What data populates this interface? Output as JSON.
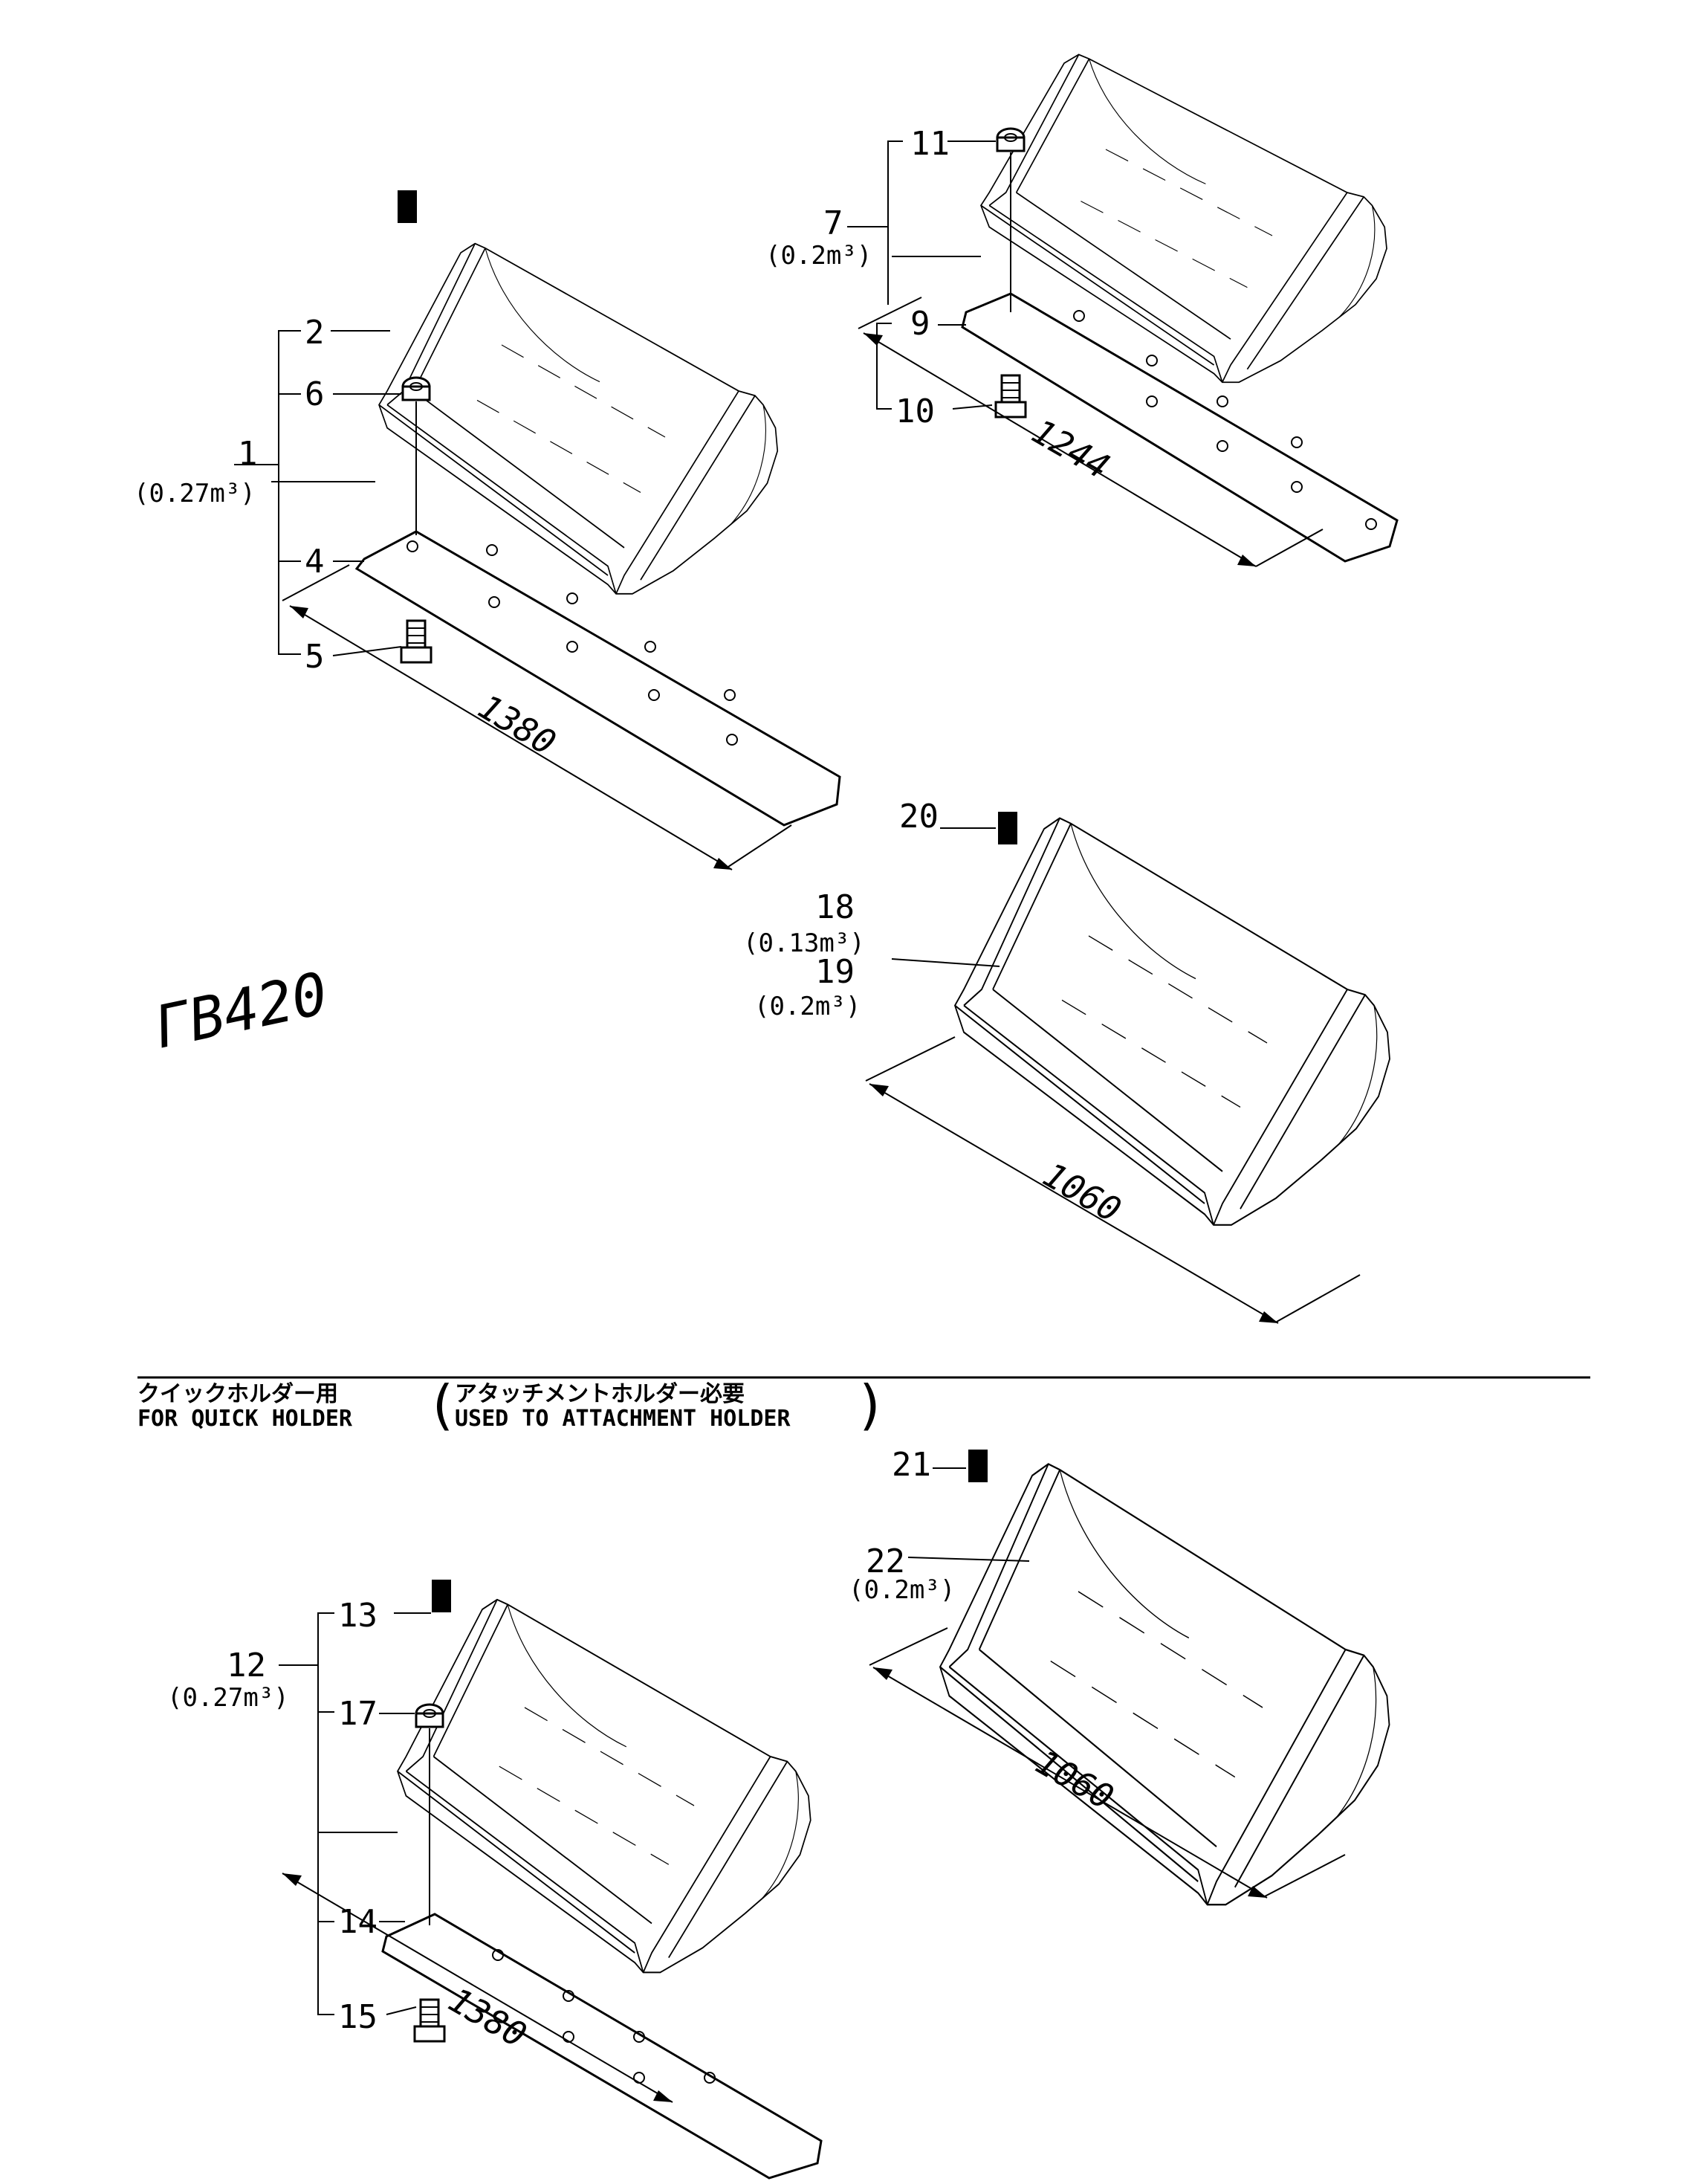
{
  "section_header": {
    "jp": "クイックホルダー用",
    "en": "FOR QUICK HOLDER",
    "note_jp": "アタッチメントホルダー必要",
    "note_en": "USED TO ATTACHMENT HOLDER"
  },
  "handwritten_note": "ГВ420",
  "callouts": {
    "p1": "1",
    "p1_cap": "(0.27m³)",
    "p2": "2",
    "p4": "4",
    "p5": "5",
    "p6": "6",
    "p7": "7",
    "p7_cap": "(0.2m³)",
    "p9": "9",
    "p10": "10",
    "p11": "11",
    "p12": "12",
    "p12_cap": "(0.27m³)",
    "p13": "13",
    "p14": "14",
    "p15": "15",
    "p17": "17",
    "p18": "18",
    "p18_cap": "(0.13m³)",
    "p19": "19",
    "p19_cap": "(0.2m³)",
    "p20": "20",
    "p21": "21",
    "p22": "22",
    "p22_cap": "(0.2m³)"
  },
  "dimensions": {
    "d1": "1380",
    "d2": "1244",
    "d3": "1060",
    "d4": "1060",
    "d5": "1380"
  }
}
